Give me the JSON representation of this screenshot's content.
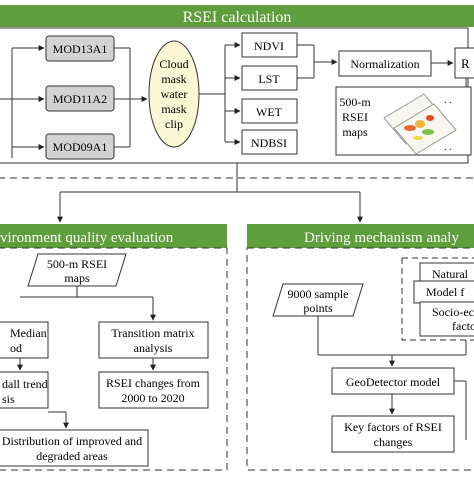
{
  "banners": {
    "top": "RSEI calculation",
    "left": "vironment quality evaluation",
    "right": "Driving mechanism analy"
  },
  "rsei": {
    "inputs": [
      "MOD13A1",
      "MOD11A2",
      "MOD09A1"
    ],
    "processing": [
      "Cloud",
      "mask",
      "water",
      "mask",
      "clip"
    ],
    "indices": [
      "NDVI",
      "LST",
      "WET",
      "NDBSI"
    ],
    "normalization": "Normalization",
    "rsei_partial": "R",
    "maps_label": [
      "500-m",
      "RSEI",
      "maps"
    ]
  },
  "evaluation": {
    "maps": [
      "500-m RSEI",
      "maps"
    ],
    "median": [
      "Median",
      "od"
    ],
    "transition": [
      "Transition matrix",
      "analysis"
    ],
    "trend": [
      "dall trend",
      "sis"
    ],
    "changes": [
      "RSEI changes from",
      "2000 to 2020"
    ],
    "distribution": [
      "Distribution of improved and",
      "degraded areas"
    ]
  },
  "driving": {
    "samples": [
      "9000 sample",
      "points"
    ],
    "natural": "Natural",
    "model": "Model f",
    "socio": [
      "Socio-ec",
      "facto"
    ],
    "geodetector": "GeoDetector model",
    "key_factors": [
      "Key factors of RSEI",
      "changes"
    ]
  },
  "colors": {
    "banner": "#5e9e3c",
    "banner_text": "#ffffff",
    "gray_box": "#d3d3d3",
    "ellipse": "#fbf7d4",
    "border": "#333333"
  }
}
